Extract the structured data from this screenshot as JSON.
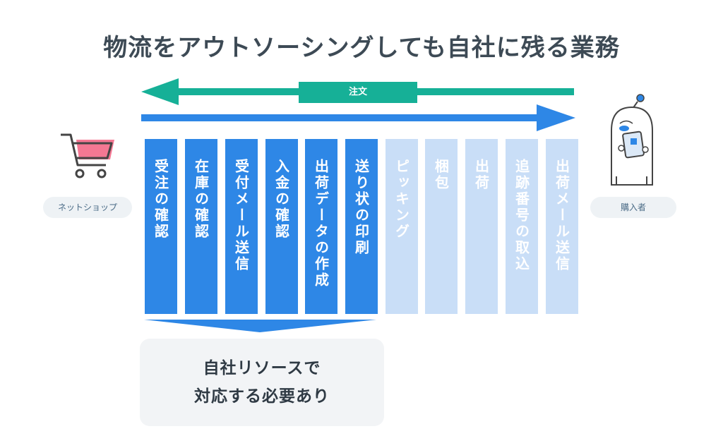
{
  "title": "物流をアウトソーシングしても自社に残る業務",
  "order_label": "注文",
  "left_actor": "ネットショップ",
  "right_actor": "購入者",
  "colors": {
    "green": "#16b097",
    "blue": "#2e87e6",
    "light_blue": "#c9def7",
    "cart_pink": "#f47893"
  },
  "tasks_in_house": [
    "受注の確認",
    "在庫の確認",
    "受付メール送信",
    "入金の確認",
    "出荷データの作成",
    "送り状の印刷"
  ],
  "tasks_outsourced": [
    "ピッキング",
    "梱包",
    "出荷",
    "追跡番号の取込",
    "出荷メール送信"
  ],
  "callout": {
    "line1": "自社リソースで",
    "line2": "対応する必要あり"
  }
}
